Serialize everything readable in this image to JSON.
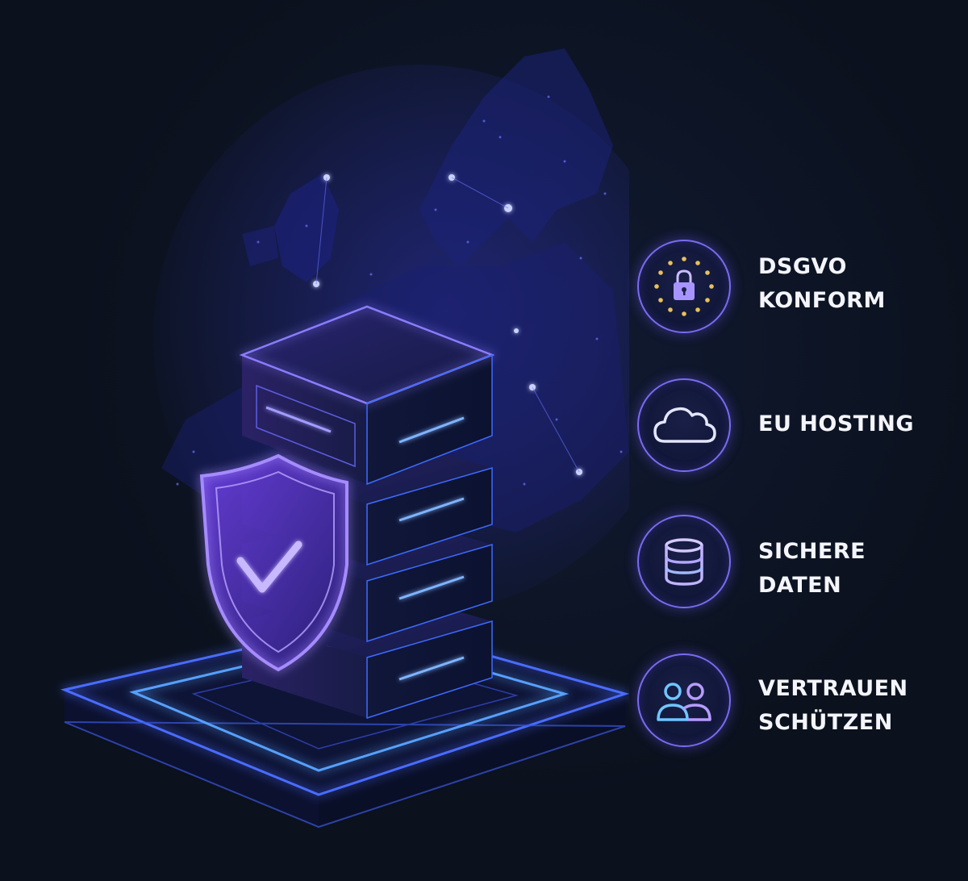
{
  "features": [
    {
      "icon": "eu-lock-icon",
      "lines": [
        "DSGVO",
        "KONFORM"
      ]
    },
    {
      "icon": "cloud-icon",
      "lines": [
        "EU HOSTING"
      ]
    },
    {
      "icon": "database-icon",
      "lines": [
        "SICHERE",
        "DATEN"
      ]
    },
    {
      "icon": "users-icon",
      "lines": [
        "VERTRAUEN",
        "SCHÜTZEN"
      ]
    }
  ],
  "colors": {
    "background": "#0b111d",
    "accent_purple": "#7a6cf0",
    "accent_blue": "#3d7bff",
    "text": "#f4f5fa",
    "star_gold": "#e8c15a"
  }
}
